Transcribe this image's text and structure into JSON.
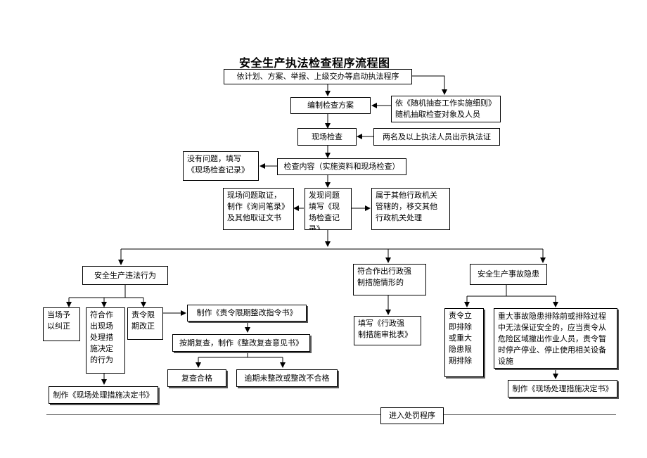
{
  "title": "安全生产执法检查程序流程图",
  "nodes": {
    "start": "依计划、方案、举报、上级交办等启动执法程序",
    "plan": "编制检查方案",
    "random": "依《随机抽查工作实施细则》\n随机抽取检查对象及人员",
    "onsite": "现场检查",
    "two_officers": "两名及以上执法人员出示执法证",
    "no_issue": "没有问题，填写\n《现场检查记录》",
    "content": "检查内容（实施资料和现场检查）",
    "evidence": "现场问题取证，\n制作《询问笔录》\n及其他取证文书",
    "found_issue": "发现问题\n填写《现\n场检查记\n录》",
    "other_agency": "属于其他行政机关\n管辖的，移交其他\n行政机关处理",
    "violation": "安全生产违法行为",
    "coercive": "符合作出行政强\n制措施情形的",
    "hazard": "安全生产事故隐患",
    "correct_now": "当场予\n以纠正",
    "onsite_decision": "符合作\n出现场\n处理措\n施决定\n的行为",
    "deadline": "责令限\n期改正",
    "deadline_order": "制作《责令限期整改指令书》",
    "recheck": "按期复查，制作《整改复查意见书》",
    "recheck_pass": "复查合格",
    "recheck_fail": "逾期未整改或整改不合格",
    "decision_doc_left": "制作《现场处理措施决定书》",
    "approval_form": "填写《行政强\n制措施审批表》",
    "eliminate_now": "责令立\n即排除\n或重大\n隐患限\n期排除",
    "major_hazard": "重大事故隐患排除前或排除过程中无法保证安全的，应当责令从危险区域撤出作业人员，责令暂时停产停业、停止使用相关设备设施",
    "decision_doc_right": "制作《现场处理措施决定书》",
    "penalty": "进入处罚程序"
  }
}
